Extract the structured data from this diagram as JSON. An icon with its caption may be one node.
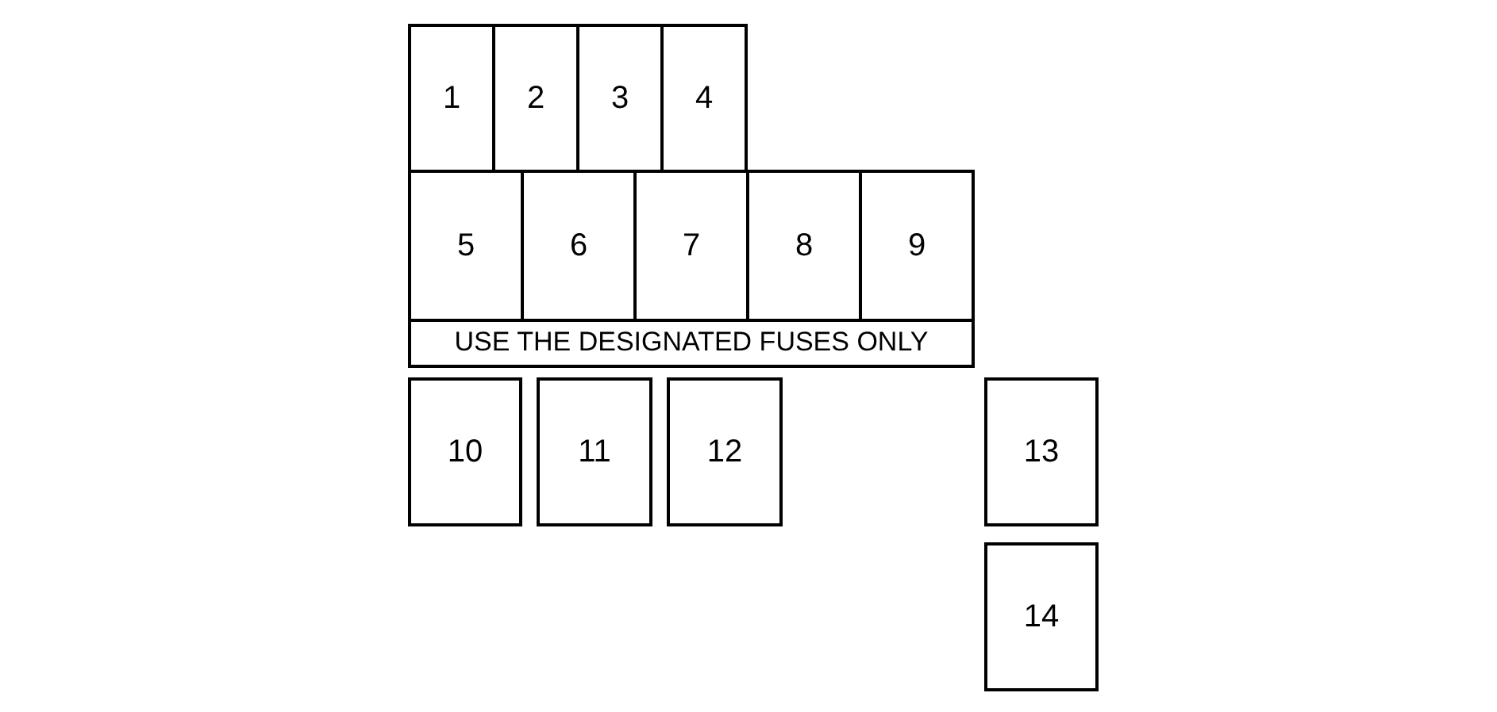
{
  "diagram": {
    "nodes": [
      {
        "text": [
          "1"
        ]
      },
      {
        "text": [
          "2"
        ]
      },
      {
        "text": [
          "3"
        ]
      },
      {
        "text": [
          "4"
        ]
      },
      {
        "text": [
          "5"
        ]
      },
      {
        "text": [
          "6"
        ]
      },
      {
        "text": [
          "7"
        ]
      },
      {
        "text": [
          "8"
        ]
      },
      {
        "text": [
          "9"
        ]
      },
      {
        "text": [
          "USE THE DESIGNATED FUSES ONLY"
        ]
      },
      {
        "text": [
          "10"
        ]
      },
      {
        "text": [
          "11"
        ]
      },
      {
        "text": [
          "12"
        ]
      },
      {
        "text": [
          "13"
        ]
      },
      {
        "text": [
          "14"
        ]
      }
    ]
  }
}
